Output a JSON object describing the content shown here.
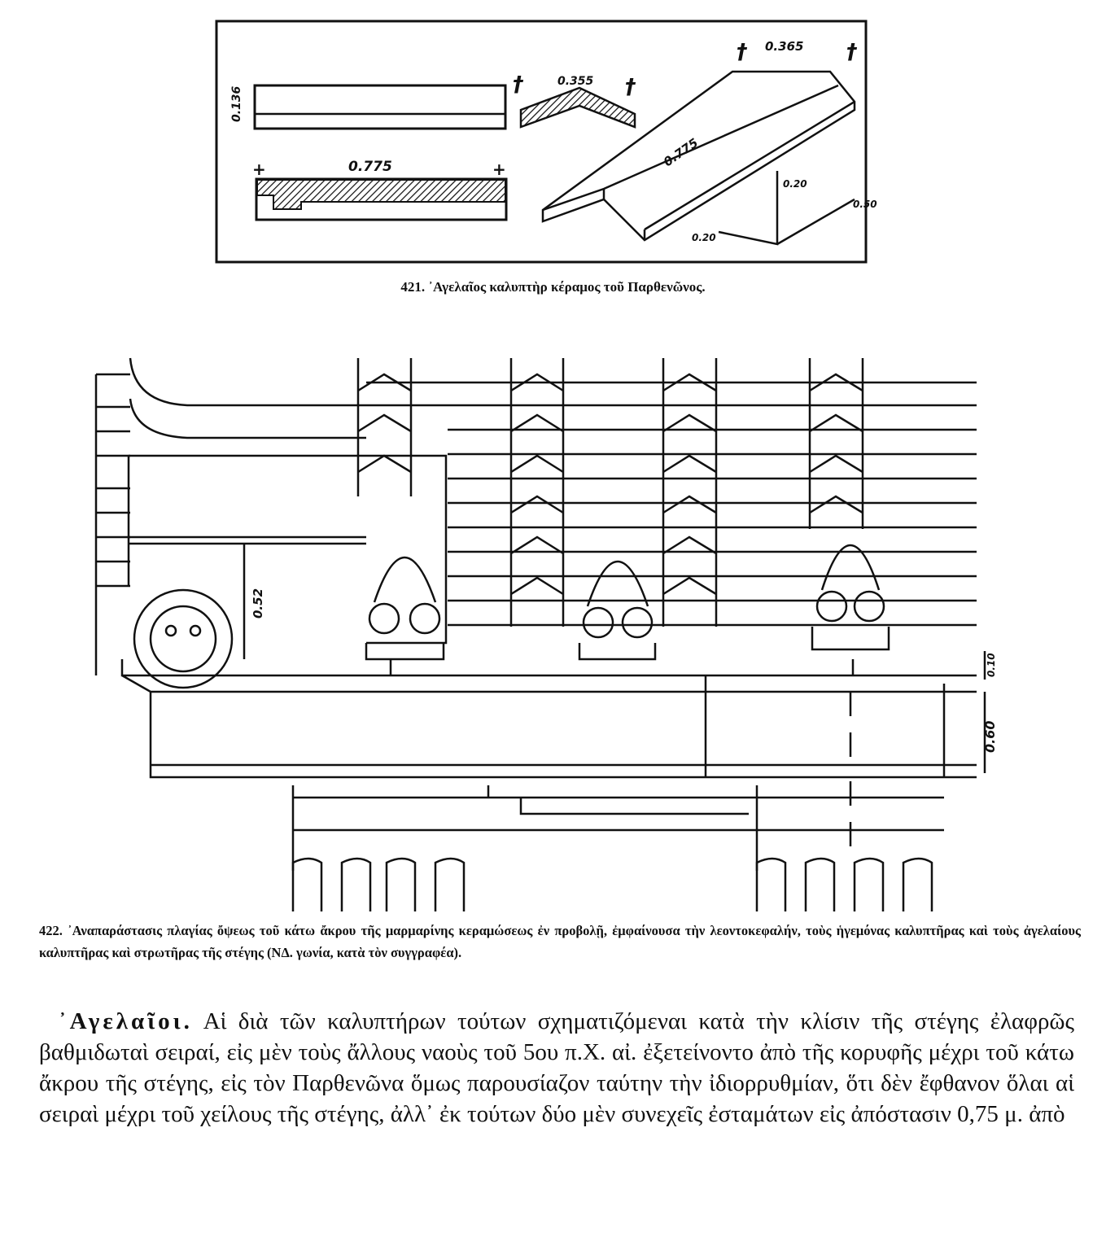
{
  "figure_421": {
    "labels": {
      "height": "0.136",
      "length_plan": "0.775",
      "width_section": "0.355",
      "width_top": "0.365",
      "length_persp": "0.775",
      "dim_a": "0.20",
      "dim_b": "0.50",
      "dim_c": "0.20"
    },
    "caption": "421. ᾿Αγελαῖος καλυπτὴρ κέραμος τοῦ Παρθενῶνος."
  },
  "figure_422": {
    "labels": {
      "lion_height": "0.52",
      "cornice_top": "0.10",
      "cornice_height": "0.60"
    },
    "caption": "422. ᾿Αναπαράστασις πλαγίας ὄψεως τοῦ κάτω ἄκρου τῆς μαρμαρίνης κεραμώσεως ἐν προβολῇ, ἐμφαίνουσα τὴν λεοντοκεφαλήν, τοὺς ἡγεμόνας καλυπτῆρας καὶ τοὺς ἀγελαίους καλυπτῆρας καὶ στρωτῆρας τῆς στέγης (ΝΔ. γωνία, κατὰ τὸν συγγραφέα)."
  },
  "body": {
    "heading": "᾿Αγελαῖοι.",
    "text": "Αἱ διὰ τῶν καλυπτήρων τούτων σχηματιζόμεναι κατὰ τὴν κλίσιν τῆς στέγης ἐλαφρῶς βαθμιδωταὶ σειραί, εἰς μὲν τοὺς ἄλλους ναοὺς τοῦ 5ου π.Χ. αἰ. ἐξετείνοντο ἀπὸ τῆς κορυφῆς μέχρι τοῦ κάτω ἄκρου τῆς στέγης, εἰς τὸν Παρθενῶνα ὅμως παρουσίαζον ταύτην τὴν ἰδιορρυθμίαν, ὅτι δὲν ἔφθανον ὅλαι αἱ σειραὶ μέχρι τοῦ χείλους τῆς στέγης, ἀλλ᾿ ἐκ τούτων δύο μὲν συνεχεῖς ἐσταμάτων εἰς ἀπόστασιν 0,75 μ. ἀπὸ"
  }
}
